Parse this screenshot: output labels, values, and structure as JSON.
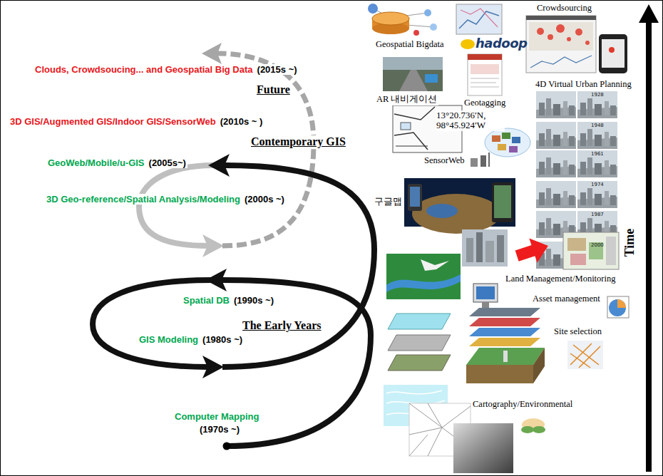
{
  "diagram": {
    "labels": [
      "Geospatial Bigdata",
      "hadoop",
      "Crowdsourcing",
      "4D Virtual Urban Planning",
      "AR 내비게이션",
      "Geotagging",
      "13°20.736′N, 98°45.924′W",
      "SensorWeb",
      "구글맵",
      "1928",
      "1948",
      "1961",
      "1974",
      "1987",
      "2000",
      "Land Management/Monitoring",
      "Asset management",
      "Site selection",
      "Cartography/Environmental",
      "Time",
      "Clouds, Crowdsoucing... and Geospatial Big Data",
      "(2015s ~)",
      "Future",
      "3D GIS/Augmented GIS/Indoor GIS/SensorWeb",
      "(2010s ~ )",
      "Contemporary GIS",
      "GeoWeb/Mobile/u-GIS",
      "(2005s~)",
      "3D Geo-reference/Spatial Analysis/Modeling",
      "(2000s ~)",
      "Spatial  DB",
      "(1990s ~)",
      "The Early Years",
      "GIS Modeling",
      "(1980s ~)",
      "Computer Mapping",
      "(1970s ~)"
    ]
  }
}
